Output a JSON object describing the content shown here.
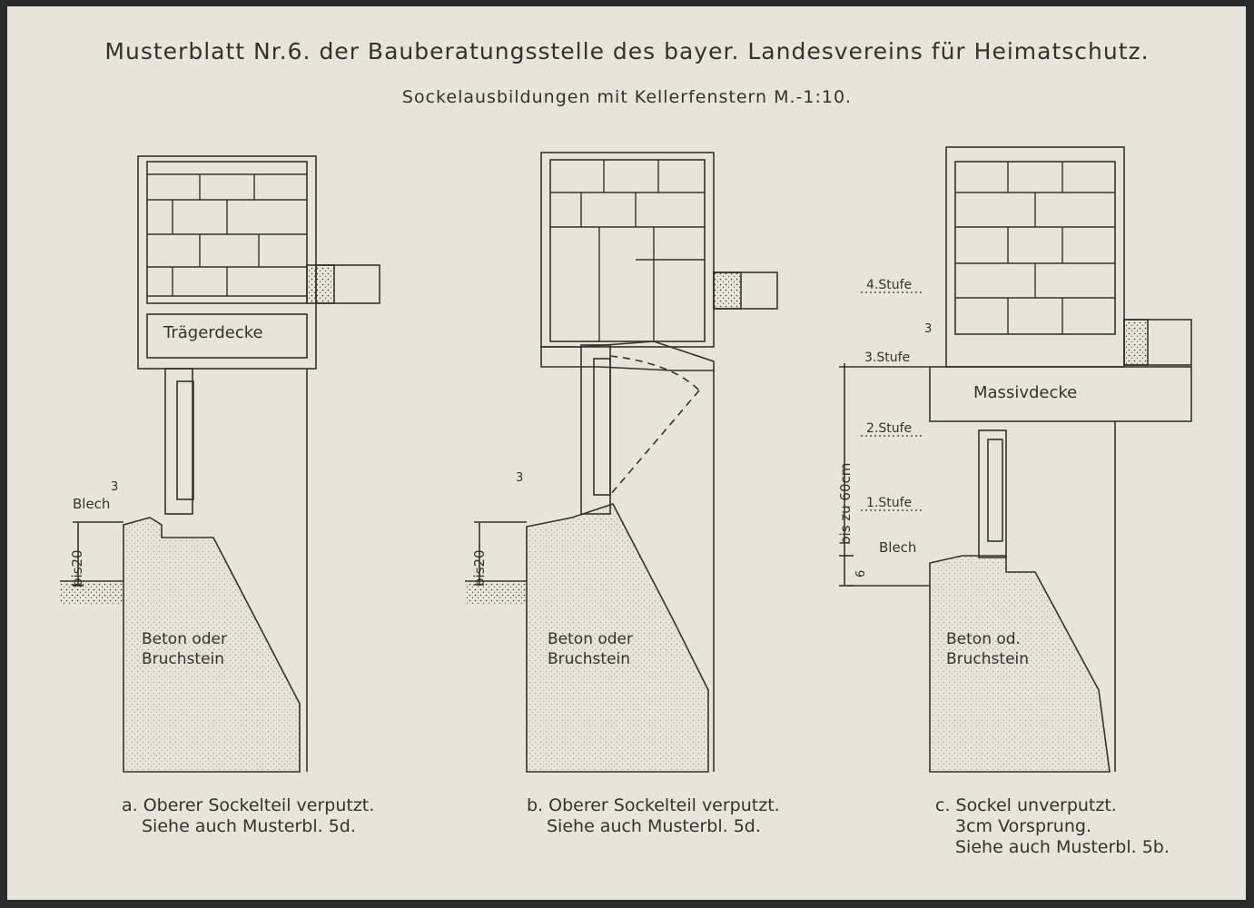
{
  "title": "Musterblatt Nr.6. der Bauberatungsstelle des bayer. Landesvereins für Heimatschutz.",
  "subtitle": "Sockelausbildungen mit Kellerfenstern M.-1:10.",
  "colors": {
    "paper": "#e7e4dc",
    "ink": "#3a302a",
    "frame": "#2a2a2a"
  },
  "panel_a": {
    "label_deck": "Trägerdecke",
    "label_blech": "Blech",
    "label_3": "3",
    "label_bis20": "bis20",
    "label_material_1": "Beton oder",
    "label_material_2": "Bruchstein",
    "caption_1": "a. Oberer Sockelteil verputzt.",
    "caption_2": "Siehe auch Musterbl. 5d."
  },
  "panel_b": {
    "label_3": "3",
    "label_bis20": "bis20",
    "label_material_1": "Beton oder",
    "label_material_2": "Bruchstein",
    "caption_1": "b. Oberer Sockelteil verputzt.",
    "caption_2": "Siehe auch Musterbl. 5d."
  },
  "panel_c": {
    "label_deck": "Massivdecke",
    "label_stufe4": "4.Stufe",
    "label_stufe3": "3.Stufe",
    "label_stufe2": "2.Stufe",
    "label_stufe1": "1.Stufe",
    "label_bis60": "bis zu 60cm",
    "label_blech": "Blech",
    "label_3": "3",
    "label_6": "6",
    "label_material_1": "Beton od.",
    "label_material_2": "Bruchstein",
    "caption_1": "c. Sockel unverputzt.",
    "caption_2": "3cm Vorsprung.",
    "caption_3": "Siehe auch Musterbl. 5b."
  }
}
